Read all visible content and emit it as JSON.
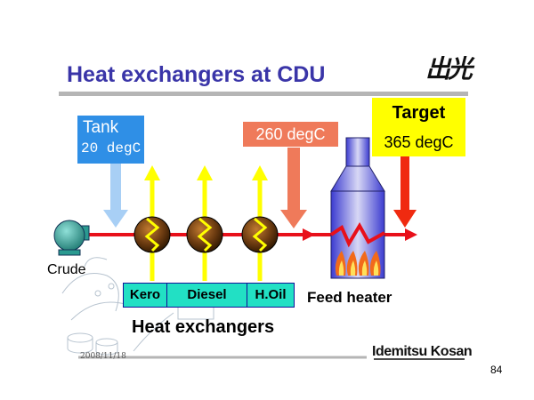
{
  "header": {
    "title": "Heat exchangers at CDU",
    "logo_text": "出光"
  },
  "tank": {
    "label": "Tank",
    "temperature": "20 degC"
  },
  "intermediate": {
    "temperature": "260 degC"
  },
  "target": {
    "label": "Target",
    "temperature": "365 degC"
  },
  "crude": {
    "label": "Crude"
  },
  "exchangers": {
    "labels": [
      "Kero",
      "Diesel",
      "H.Oil"
    ],
    "caption": "Heat exchangers"
  },
  "heater": {
    "label": "Feed heater"
  },
  "footer": {
    "date": "2008/11/18",
    "company": "Idemitsu Kosan",
    "page_number": "84"
  },
  "colors": {
    "title": "#3a35a8",
    "flow_line": "#e8101a",
    "tank_box": "#2f8fe6",
    "mid_box": "#ef7a5a",
    "target_box": "#ffff00",
    "exchanger_label_bg": "#22e0c4",
    "heat_arrow": "#ffff00"
  },
  "icons": [
    "pump-icon",
    "heat-exchanger-icon",
    "furnace-icon",
    "flame-icon",
    "refinery-sketch"
  ]
}
